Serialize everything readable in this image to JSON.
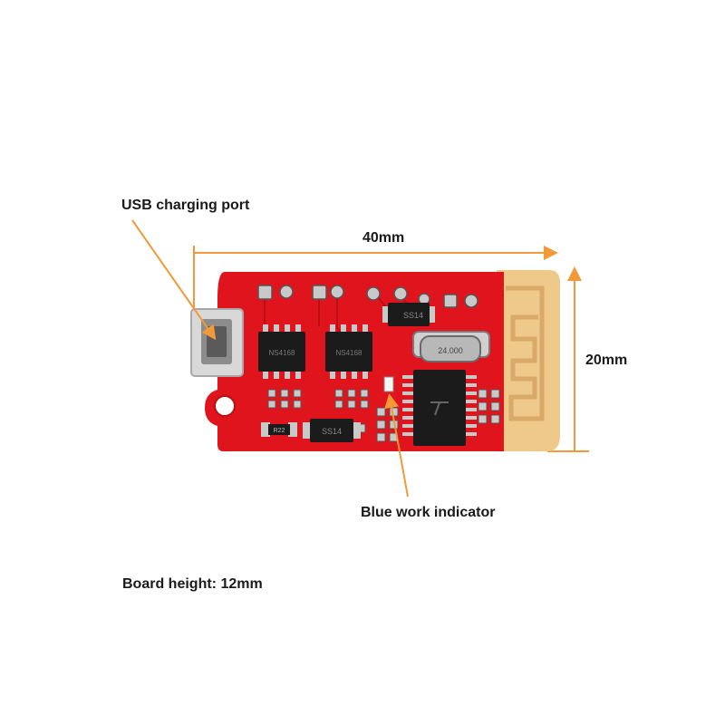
{
  "labels": {
    "usb_port": "USB charging port",
    "width": "40mm",
    "height": "20mm",
    "indicator": "Blue work indicator",
    "board_height": "Board height: 12mm"
  },
  "chips": {
    "amp_left": "NS4168",
    "amp_right": "NS4168",
    "diode_top": "SS14",
    "diode_bottom": "SS14",
    "crystal": "24.000",
    "small_resistor": "R22"
  },
  "colors": {
    "pcb": "#e0141c",
    "pcb_dark": "#b80e14",
    "antenna": "#efc98a",
    "arrow": "#f29a3a",
    "chip": "#1b1b1b",
    "pad": "#c9c9c9",
    "usb": "#d8d8d8"
  },
  "icons": [
    "usb-connector-icon",
    "arrow-icon"
  ]
}
